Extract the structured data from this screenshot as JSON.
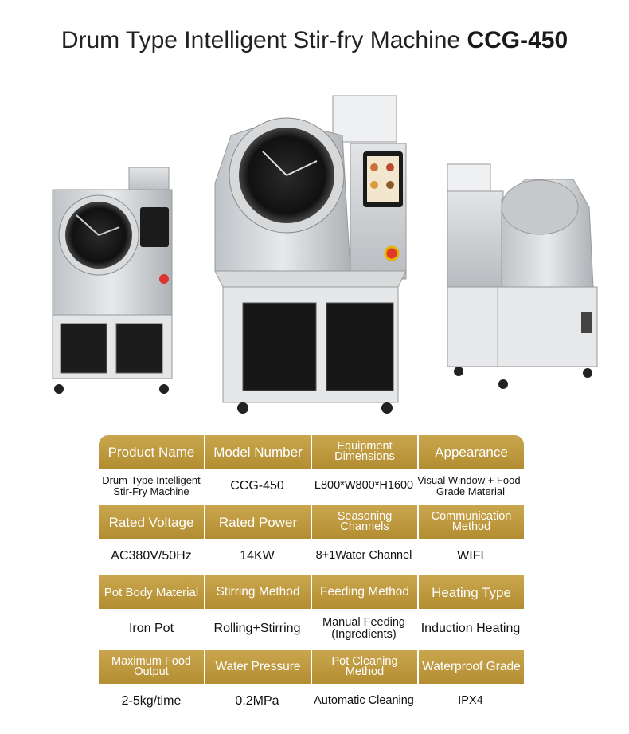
{
  "title": {
    "prefix": "Drum Type Intelligent Stir-fry Machine",
    "model": "CCG-450"
  },
  "images": [
    {
      "name": "front-view"
    },
    {
      "name": "three-quarter-view"
    },
    {
      "name": "side-view"
    }
  ],
  "specs": [
    {
      "headers": [
        "Product Name",
        "Model Number",
        "Equipment Dimensions",
        "Appearance"
      ],
      "values": [
        "Drum-Type Intelligent Stir-Fry Machine",
        "CCG-450",
        "L800*W800*H1600",
        "Visual Window + Food-Grade Material"
      ]
    },
    {
      "headers": [
        "Rated Voltage",
        "Rated Power",
        "Seasoning Channels",
        "Communication Method"
      ],
      "values": [
        "AC380V/50Hz",
        "14KW",
        "8+1Water Channel",
        "WIFI"
      ]
    },
    {
      "headers": [
        "Pot Body Material",
        "Stirring Method",
        "Feeding Method",
        "Heating Type"
      ],
      "values": [
        "Iron Pot",
        "Rolling+Stirring",
        "Manual Feeding (Ingredients)",
        "Induction Heating"
      ]
    },
    {
      "headers": [
        "Maximum Food Output",
        "Water Pressure",
        "Pot Cleaning Method",
        "Waterproof Grade"
      ],
      "values": [
        "2-5kg/time",
        "0.2MPa",
        "Automatic Cleaning",
        "IPX4"
      ]
    }
  ]
}
